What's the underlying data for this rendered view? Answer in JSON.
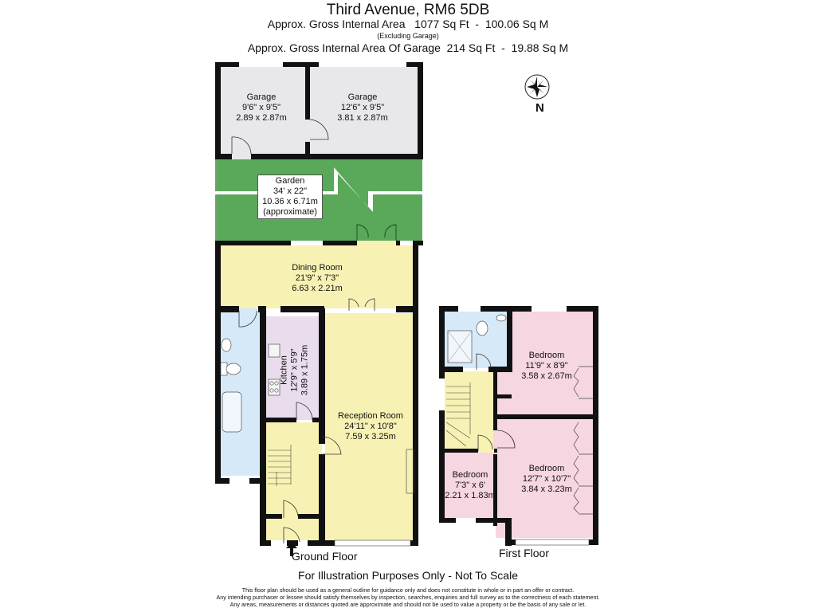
{
  "header": {
    "title": "Third Avenue, RM6 5DB",
    "gross_area": "Approx. Gross Internal Area   1077 Sq Ft  -  100.06 Sq M",
    "excluding_note": "(Excluding Garage)",
    "garage_area": "Approx. Gross Internal Area Of Garage  214 Sq Ft  -  19.88 Sq M"
  },
  "compass": {
    "icon": "compass-rose-icon",
    "label": "N"
  },
  "colors": {
    "wall": "#111111",
    "garage": "#e8e8ec",
    "garden": "#5aa85a",
    "living": "#f7f2b4",
    "kitchen": "#e9dcec",
    "bathroom": "#d6e9f8",
    "bedroom": "#f6d6e0"
  },
  "ground_floor": {
    "label": "Ground Floor",
    "rooms": [
      {
        "name": "Garage",
        "imperial": "9'6\" x 9'5\"",
        "metric": "2.89 x 2.87m"
      },
      {
        "name": "Garage",
        "imperial": "12'6\" x 9'5\"",
        "metric": "3.81 x 2.87m"
      },
      {
        "name": "Garden",
        "imperial": "34' x 22\"",
        "metric": "10.36 x 6.71m",
        "note": "(approximate)"
      },
      {
        "name": "Dining Room",
        "imperial": "21'9\" x 7'3\"",
        "metric": "6.63 x 2.21m"
      },
      {
        "name": "Kitchen",
        "imperial": "12'9\" x 5'9\"",
        "metric": "3.89 x 1.75m"
      },
      {
        "name": "Reception Room",
        "imperial": "24'11\" x 10'8\"",
        "metric": "7.59 x 3.25m"
      }
    ]
  },
  "first_floor": {
    "label": "First Floor",
    "rooms": [
      {
        "name": "Bedroom",
        "imperial": "11'9\" x 8'9\"",
        "metric": "3.58 x 2.67m"
      },
      {
        "name": "Bedroom",
        "imperial": "7'3\" x 6'",
        "metric": "2.21 x 1.83m"
      },
      {
        "name": "Bedroom",
        "imperial": "12'7\" x 10'7\"",
        "metric": "3.84 x 3.23m"
      }
    ]
  },
  "footer": {
    "illustration": "For Illustration Purposes Only - Not To Scale",
    "disclaimer": [
      "This floor plan should be used as a general outline for guidance only and does not constitute in whole or in part an offer or contract.",
      "Any intending purchaser or lessee should satisfy themselves by inspection, searches, enquiries and full survey as to the correctness of each statement.",
      "Any areas, measurements or distances quoted are approximate and should not be used to value a property or be the basis of any sale or let."
    ]
  }
}
